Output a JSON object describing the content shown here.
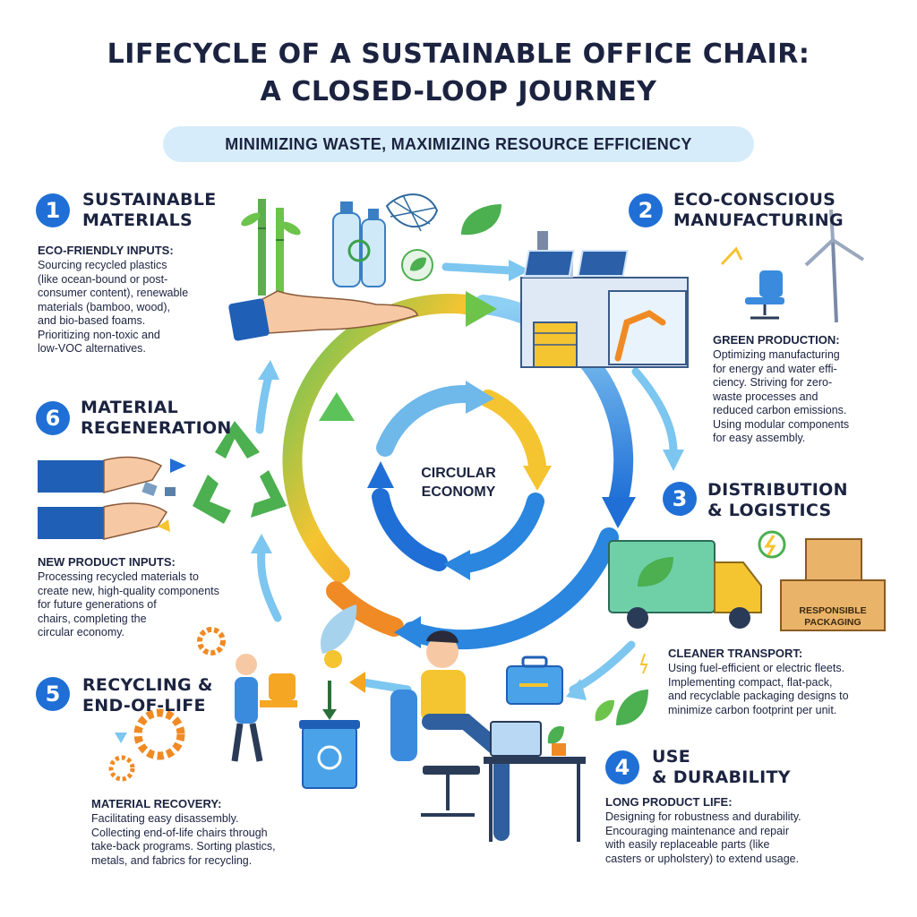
{
  "title": {
    "line1": "LIFECYCLE OF A SUSTAINABLE OFFICE CHAIR:",
    "line2": "A CLOSED-LOOP JOURNEY"
  },
  "subtitle": "MINIMIZING WASTE, MAXIMIZING RESOURCE EFFICIENCY",
  "center": {
    "line1": "CIRCULAR",
    "line2": "ECONOMY"
  },
  "steps": [
    {
      "number": "1",
      "title1": "SUSTAINABLE",
      "title2": "MATERIALS",
      "heading": "ECO-FRIENDLY INPUTS:",
      "lines": [
        "Sourcing recycled plastics",
        "(like ocean-bound or post-",
        "consumer content), renewable",
        "materials (bamboo, wood),",
        "and bio-based foams.",
        "Prioritizing non-toxic and",
        "low-VOC alternatives."
      ]
    },
    {
      "number": "2",
      "title1": "ECO-CONSCIOUS",
      "title2": "MANUFACTURING",
      "heading": "GREEN PRODUCTION:",
      "lines": [
        "Optimizing manufacturing",
        "for energy and water effi-",
        "ciency. Striving for zero-",
        "waste processes and",
        "reduced carbon emissions.",
        "Using modular components",
        "for easy assembly."
      ]
    },
    {
      "number": "3",
      "title1": "DISTRIBUTION",
      "title2": "& LOGISTICS",
      "heading": "CLEANER TRANSPORT:",
      "lines": [
        "Using fuel-efficient or electric fleets.",
        "Implementing compact, flat-pack,",
        "and recyclable packaging designs to",
        "minimize carbon footprint per unit."
      ]
    },
    {
      "number": "4",
      "title1": "USE",
      "title2": "& DURABILITY",
      "heading": "LONG PRODUCT LIFE:",
      "lines": [
        "Designing for robustness and durability.",
        "Encouraging maintenance and repair",
        "with easily replaceable parts (like",
        "casters or upholstery) to extend usage."
      ]
    },
    {
      "number": "5",
      "title1": "RECYCLING &",
      "title2": "END-OF-LIFE",
      "heading": "MATERIAL RECOVERY:",
      "lines": [
        "Facilitating easy disassembly.",
        "Collecting end-of-life chairs through",
        "take-back programs. Sorting plastics,",
        "metals, and fabrics for recycling."
      ]
    },
    {
      "number": "6",
      "title1": "MATERIAL",
      "title2": "REGENERATION",
      "heading": "NEW PRODUCT INPUTS:",
      "lines": [
        "Processing recycled materials to",
        "create new, high-quality components",
        "for future generations of",
        "chairs, completing the",
        "circular economy."
      ]
    }
  ],
  "packaging_label": {
    "line1": "RESPONSIBLE",
    "line2": "PACKAGING"
  },
  "colors": {
    "primary_blue": "#1f6fd6",
    "green": "#4caf50",
    "yellow": "#f5c431",
    "orange": "#f08a24",
    "light_blue": "#5ab4ea"
  }
}
